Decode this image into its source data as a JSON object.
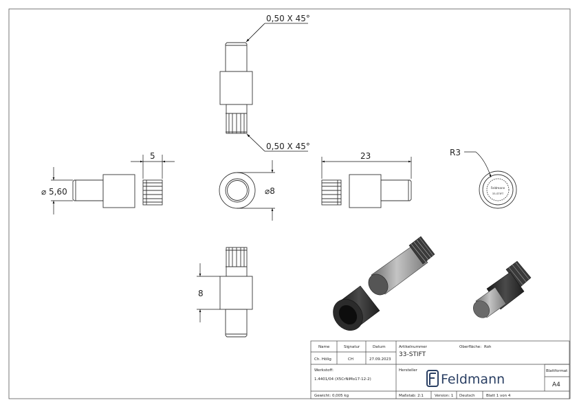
{
  "dimensions": {
    "chamfer_top": "0,50 X 45°",
    "chamfer_bottom": "0,50 X 45°",
    "knurl_length": "5",
    "diameter_left": "⌀ 5,60",
    "diameter_ring": "⌀8",
    "total_length": "23",
    "radius": "R3",
    "height_bottom": "8"
  },
  "end_face_logo": {
    "brand": "Feldmann",
    "code": "33-STIFT"
  },
  "title_block": {
    "headers": {
      "name": "Name",
      "signature": "Signatur",
      "date": "Datum"
    },
    "row": {
      "name": "Ch. Hölig",
      "signature": "CH",
      "date": "27.09.2023"
    },
    "article_label": "Artikelnummer",
    "article_value": "33-STIFT",
    "surface_label": "Oberfläche:",
    "surface_value": "Roh",
    "material_label": "Werkstoff:",
    "material_value": "1.4401/04 (X5CrNiMo17-12-2)",
    "manufacturer_label": "Hersteller",
    "brand_name": "Feldmann",
    "format_label": "Blattformat",
    "format_value": "A4",
    "weight": "Gewicht: 0,005 kg",
    "scale": "Maßstab: 2:1",
    "version": "Version: 1",
    "language": "Deutsch",
    "sheet": "Blatt 1 von 4"
  }
}
